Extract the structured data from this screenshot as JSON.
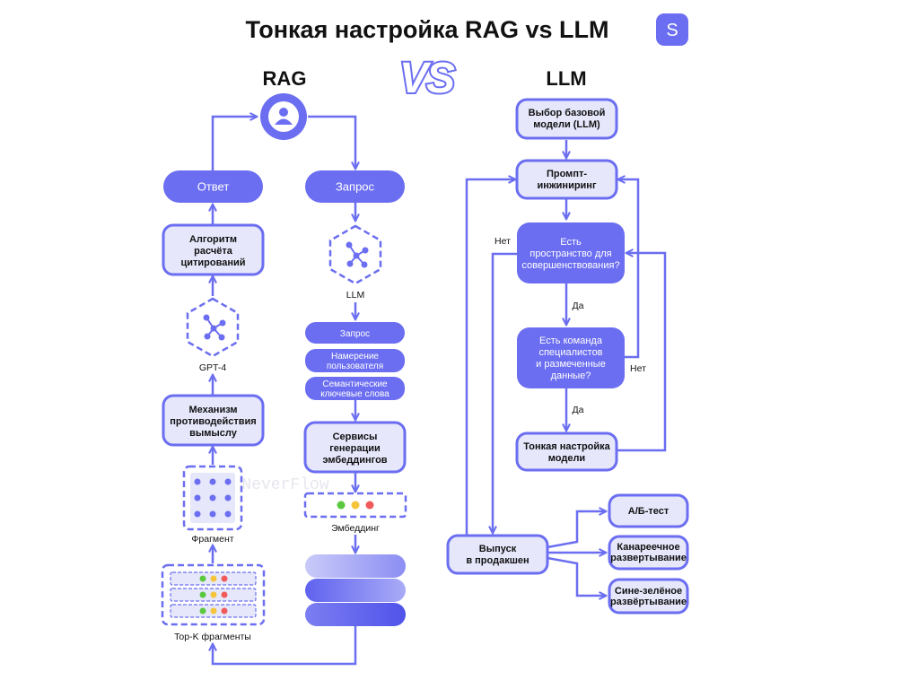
{
  "title": "Тонкая настройка RAG vs LLM",
  "logo_letter": "S",
  "vs_text": "VS",
  "watermark": "NeverFlow",
  "colors": {
    "accent": "#6B6EF0",
    "box_fill": "#E6E7FB",
    "dot_green": "#5BC83F",
    "dot_yellow": "#F5C43A",
    "dot_red": "#F05A5A"
  },
  "rag": {
    "heading": "RAG",
    "user_icon": "user-icon",
    "answer_label": "Ответ",
    "query_label": "Запрос",
    "citation_algo": [
      "Алгоритм",
      "расчёта",
      "цитирований"
    ],
    "gpt4_label": "GPT-4",
    "llm_label": "LLM",
    "sub_query": "Запрос",
    "user_intent": [
      "Намерение",
      "пользователя"
    ],
    "semantic_keywords": [
      "Семантические",
      "ключевые слова"
    ],
    "anti_fiction": [
      "Механизм",
      "противодействия",
      "вымыслу"
    ],
    "embedding_services": [
      "Сервисы",
      "генерации",
      "эмбеддингов"
    ],
    "fragment_label": "Фрагмент",
    "embedding_label": "Эмбеддинг",
    "topk_label": "Top-K фрагменты"
  },
  "llm": {
    "heading": "LLM",
    "base_model": [
      "Выбор базовой",
      "модели (LLM)"
    ],
    "prompt_eng": [
      "Промпт-",
      "инжиниринг"
    ],
    "improve_q": [
      "Есть",
      "пространство для",
      "совершенствования?"
    ],
    "team_q": [
      "Есть команда",
      "специалистов",
      "и размеченные",
      "данные?"
    ],
    "fine_tune": [
      "Тонкая настройка",
      "модели"
    ],
    "release": [
      "Выпуск",
      "в продакшен"
    ],
    "ab_test": "А/Б-тест",
    "canary": [
      "Канареечное",
      "развертывание"
    ],
    "blue_green": [
      "Сине-зелёное",
      "развёртывание"
    ],
    "yes_1": "Да",
    "yes_2": "Да",
    "no_1": "Нет",
    "no_2": "Нет"
  }
}
